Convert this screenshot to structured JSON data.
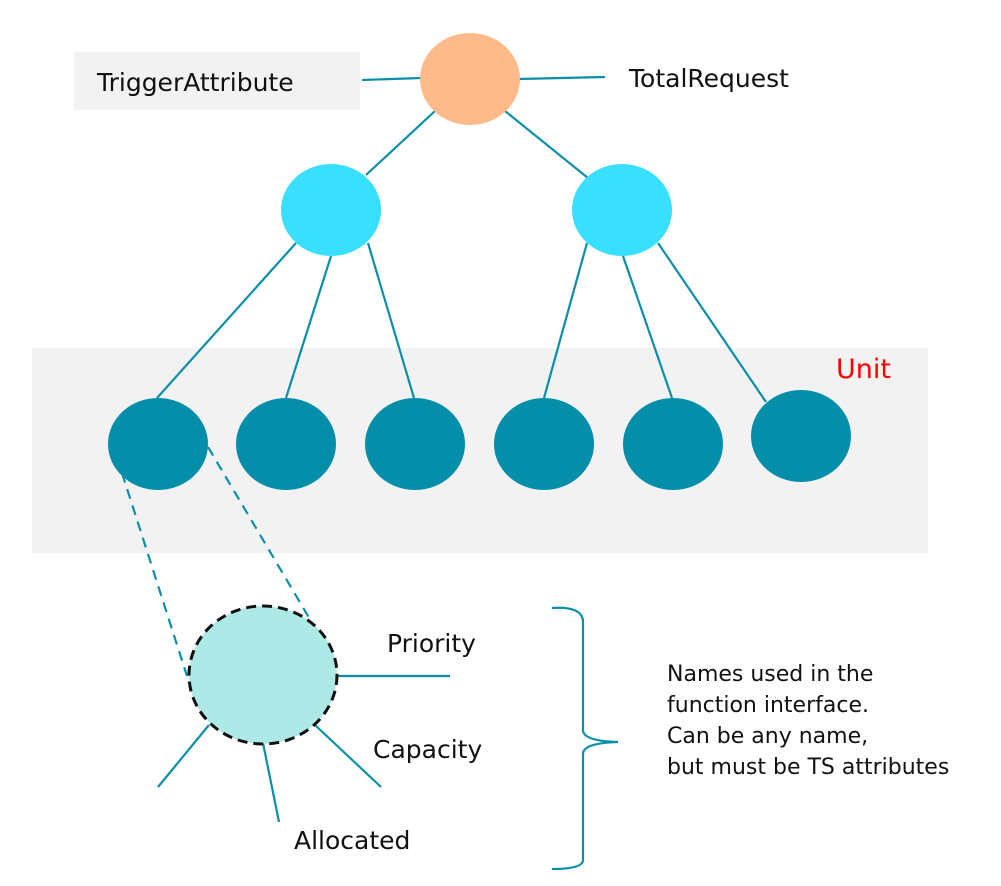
{
  "diagram": {
    "root": {
      "left_label": "TriggerAttribute",
      "right_label": "TotalRequest"
    },
    "group_label": "Unit",
    "detail": {
      "attributes": [
        "Priority",
        "Capacity",
        "Allocated"
      ]
    },
    "note_lines": [
      "Names used in the",
      "function interface.",
      "Can be any name,",
      "but must be TS attributes"
    ]
  },
  "colors": {
    "root_node": "#ffba8a",
    "mid_node": "#38dfff",
    "unit_node": "#048ea9",
    "detail_node": "#ade9e6",
    "edge": "#0a8fa8",
    "unit_band": "#f2f2f2",
    "label_box": "#f2f2f2",
    "unit_label": "#ff0000"
  }
}
